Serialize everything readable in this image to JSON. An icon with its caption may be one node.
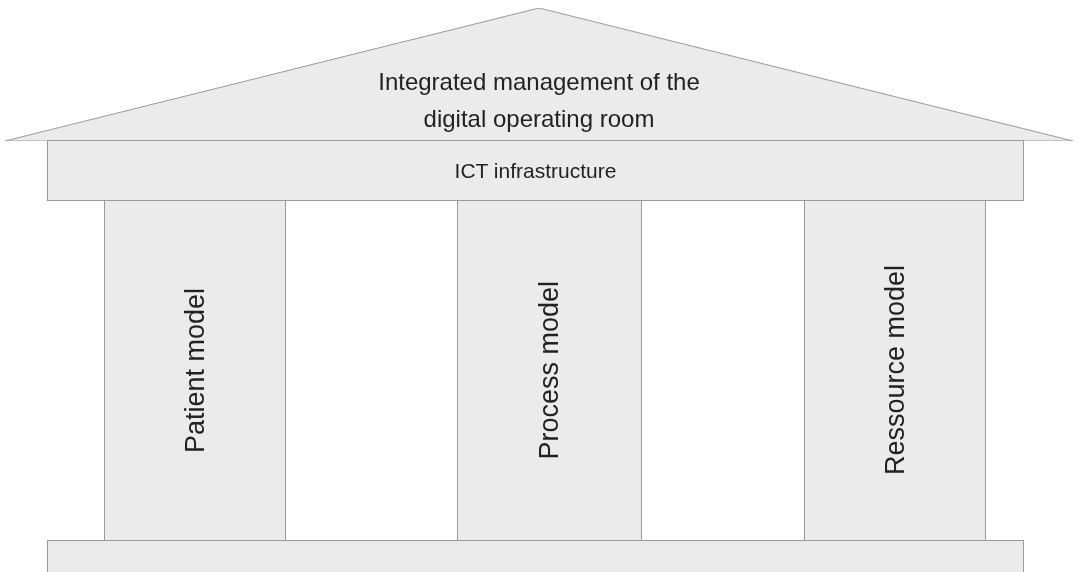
{
  "diagram": {
    "nodes": [
      {
        "text": [
          "Integrated management of the digital operating room"
        ]
      },
      {
        "text": [
          "ICT infrastructure"
        ]
      },
      {
        "text": [
          "Patient model"
        ]
      },
      {
        "text": [
          "Process model"
        ]
      },
      {
        "text": [
          "Ressource model"
        ]
      },
      {
        "text": [],
        "shape": "bar"
      }
    ]
  }
}
